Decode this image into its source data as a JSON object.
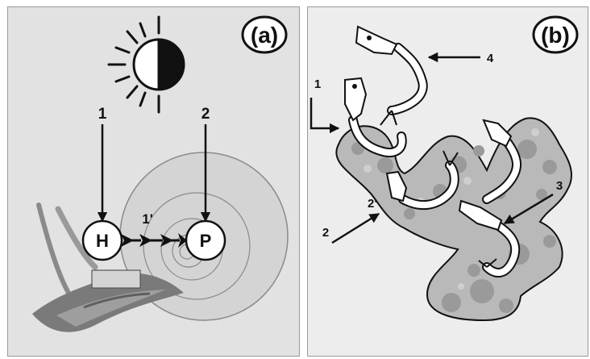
{
  "panel_a": {
    "label": "(a)",
    "arrow_1_label": "1",
    "arrow_2_label": "2",
    "arrow_1prime_label": "1'",
    "node_h": "H",
    "node_p": "P"
  },
  "panel_b": {
    "label": "(b)",
    "arrow_1_label": "1",
    "arrow_2_label": "2",
    "arrow_2prime_label": "2'",
    "arrow_3_label": "3",
    "arrow_4_label": "4"
  },
  "colors": {
    "panel_a_background": "#e2e2e2",
    "panel_b_background": "#ededed",
    "shell": "#d4d4d4",
    "snail_body": "#7a7a7a",
    "gut_tissue": "#b9b9b9",
    "stroke": "#111111"
  }
}
